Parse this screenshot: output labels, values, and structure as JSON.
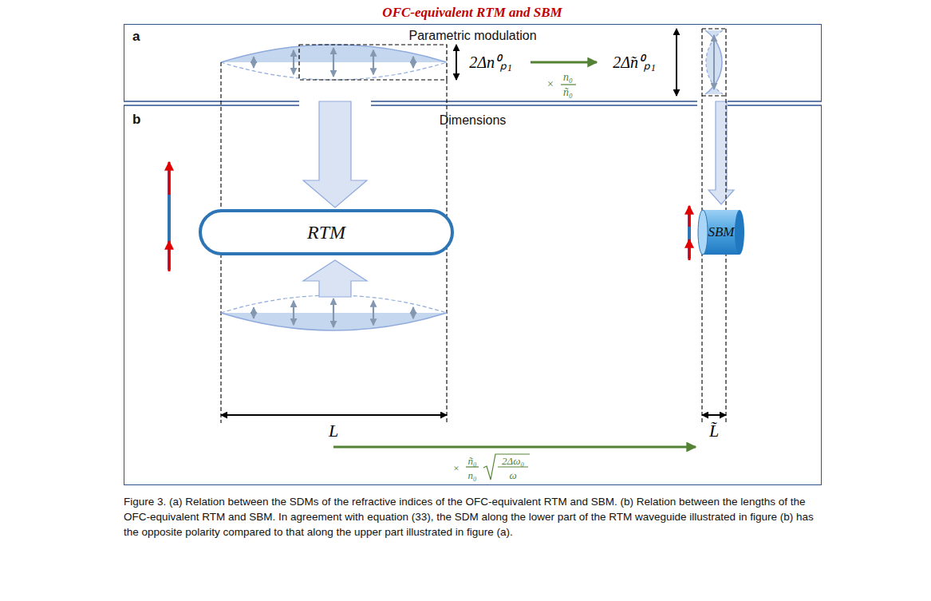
{
  "diagram": {
    "title": "OFC-equivalent RTM and SBM",
    "caption": "Figure 3. (a) Relation between the SDMs of the refractive indices of the OFC-equivalent RTM and SBM. (b) Relation between the lengths of the OFC-equivalent RTM and SBM. In agreement with equation (33), the SDM along the lower part of the RTM waveguide illustrated in figure (b) has the opposite polarity compared to that along the upper part illustrated in figure (a).",
    "nodes": [
      {
        "text": [
          "a",
          "Parametric modulation"
        ]
      },
      {
        "text": [
          "b",
          "Dimensions"
        ]
      },
      {
        "text": [
          "RTM"
        ],
        "in": 1
      },
      {
        "text": [
          "SBM"
        ],
        "in": 1
      }
    ],
    "edges": [
      {
        "from": 0,
        "to": 2,
        "arrow": "to"
      },
      {
        "from": 0,
        "to": 3,
        "arrow": "to"
      }
    ],
    "labels": [
      "2Δn⁰ₚ₁",
      "×",
      "n₀",
      "ñ₀",
      "2Δ̃n⁰ₚ₁",
      "L",
      "L̃",
      "×",
      "ñ₀",
      "n₀",
      "2Δω₀",
      "ω"
    ]
  }
}
